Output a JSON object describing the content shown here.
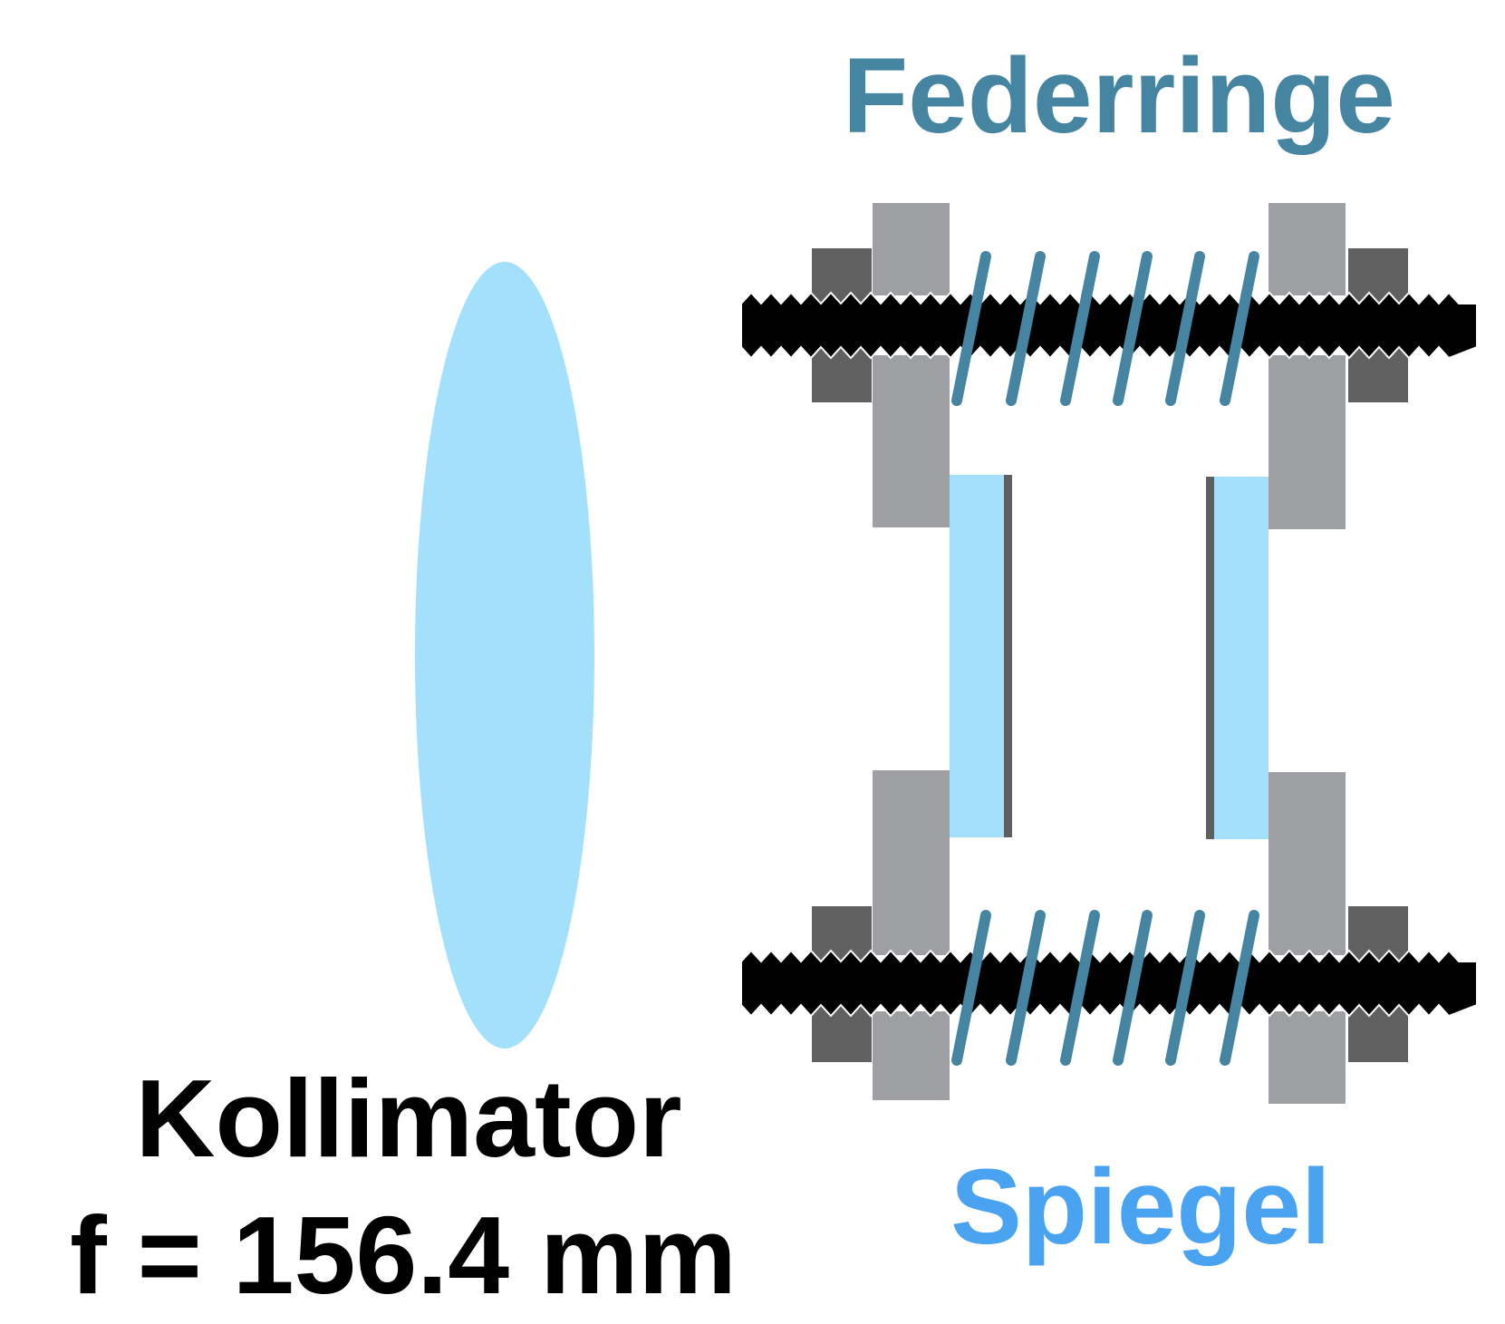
{
  "labels": {
    "springs": "Federringe",
    "mirror": "Spiegel",
    "collimator_name": "Kollimator",
    "focal_length": "f = 156.4 mm"
  },
  "colors": {
    "spring": "#4585a2",
    "lens": "#a2e0fb",
    "mirror_glass": "#a2e0fb",
    "mirror_backing": "#5f5f62",
    "holder": "#9e9fa3",
    "nut": "#606060",
    "screw": "#000000",
    "mirror_label": "#4aa3f0",
    "text": "#000000"
  },
  "icons": [
    "collimator-lens",
    "mirror-mount",
    "threaded-rod",
    "spring",
    "nut",
    "mirror-plate"
  ]
}
